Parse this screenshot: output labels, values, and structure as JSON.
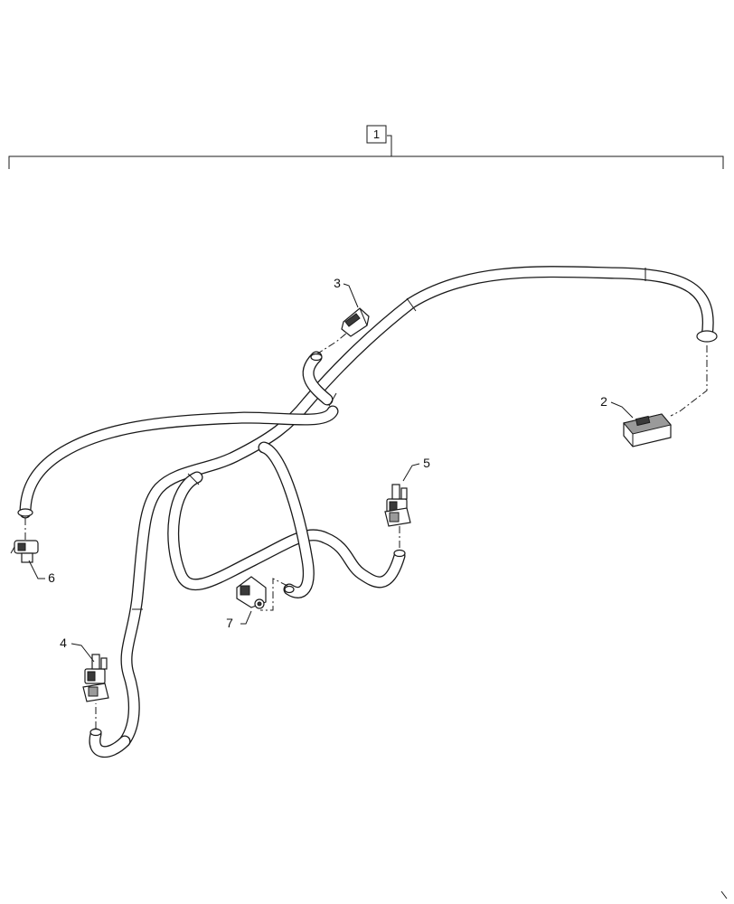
{
  "diagram": {
    "assembly_callout": "1",
    "callouts": [
      {
        "id": "2",
        "label": "2"
      },
      {
        "id": "3",
        "label": "3"
      },
      {
        "id": "4",
        "label": "4"
      },
      {
        "id": "5",
        "label": "5"
      },
      {
        "id": "6",
        "label": "6"
      },
      {
        "id": "7",
        "label": "7"
      }
    ]
  },
  "colors": {
    "line": "#1a1a1a",
    "background": "#ffffff"
  }
}
